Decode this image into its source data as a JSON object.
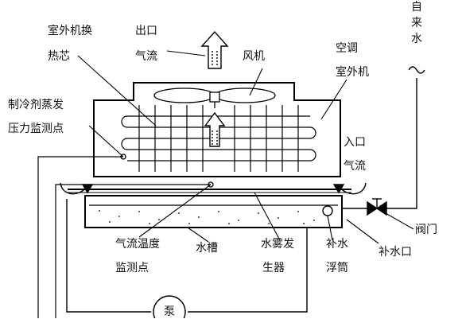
{
  "labels": {
    "outdoor_coil": [
      "室外机换",
      "热芯"
    ],
    "outlet_airflow": [
      "出口",
      "气流"
    ],
    "fan": "风机",
    "ac_outdoor_unit": [
      "空调",
      "室外机"
    ],
    "refrigerant_pressure_point": [
      "制冷剂蒸发",
      "压力监测点"
    ],
    "tap_water": [
      "自",
      "来",
      "水"
    ],
    "inlet_airflow": [
      "入口",
      "气流"
    ],
    "valve": "阀门",
    "airflow_temp_point": [
      "气流温度",
      "监测点"
    ],
    "water_tank": "水槽",
    "mist_generator": [
      "水雾发",
      "生器"
    ],
    "refill_float": [
      "补水",
      "浮筒"
    ],
    "refill_inlet": "补水口",
    "pump": "泵"
  }
}
